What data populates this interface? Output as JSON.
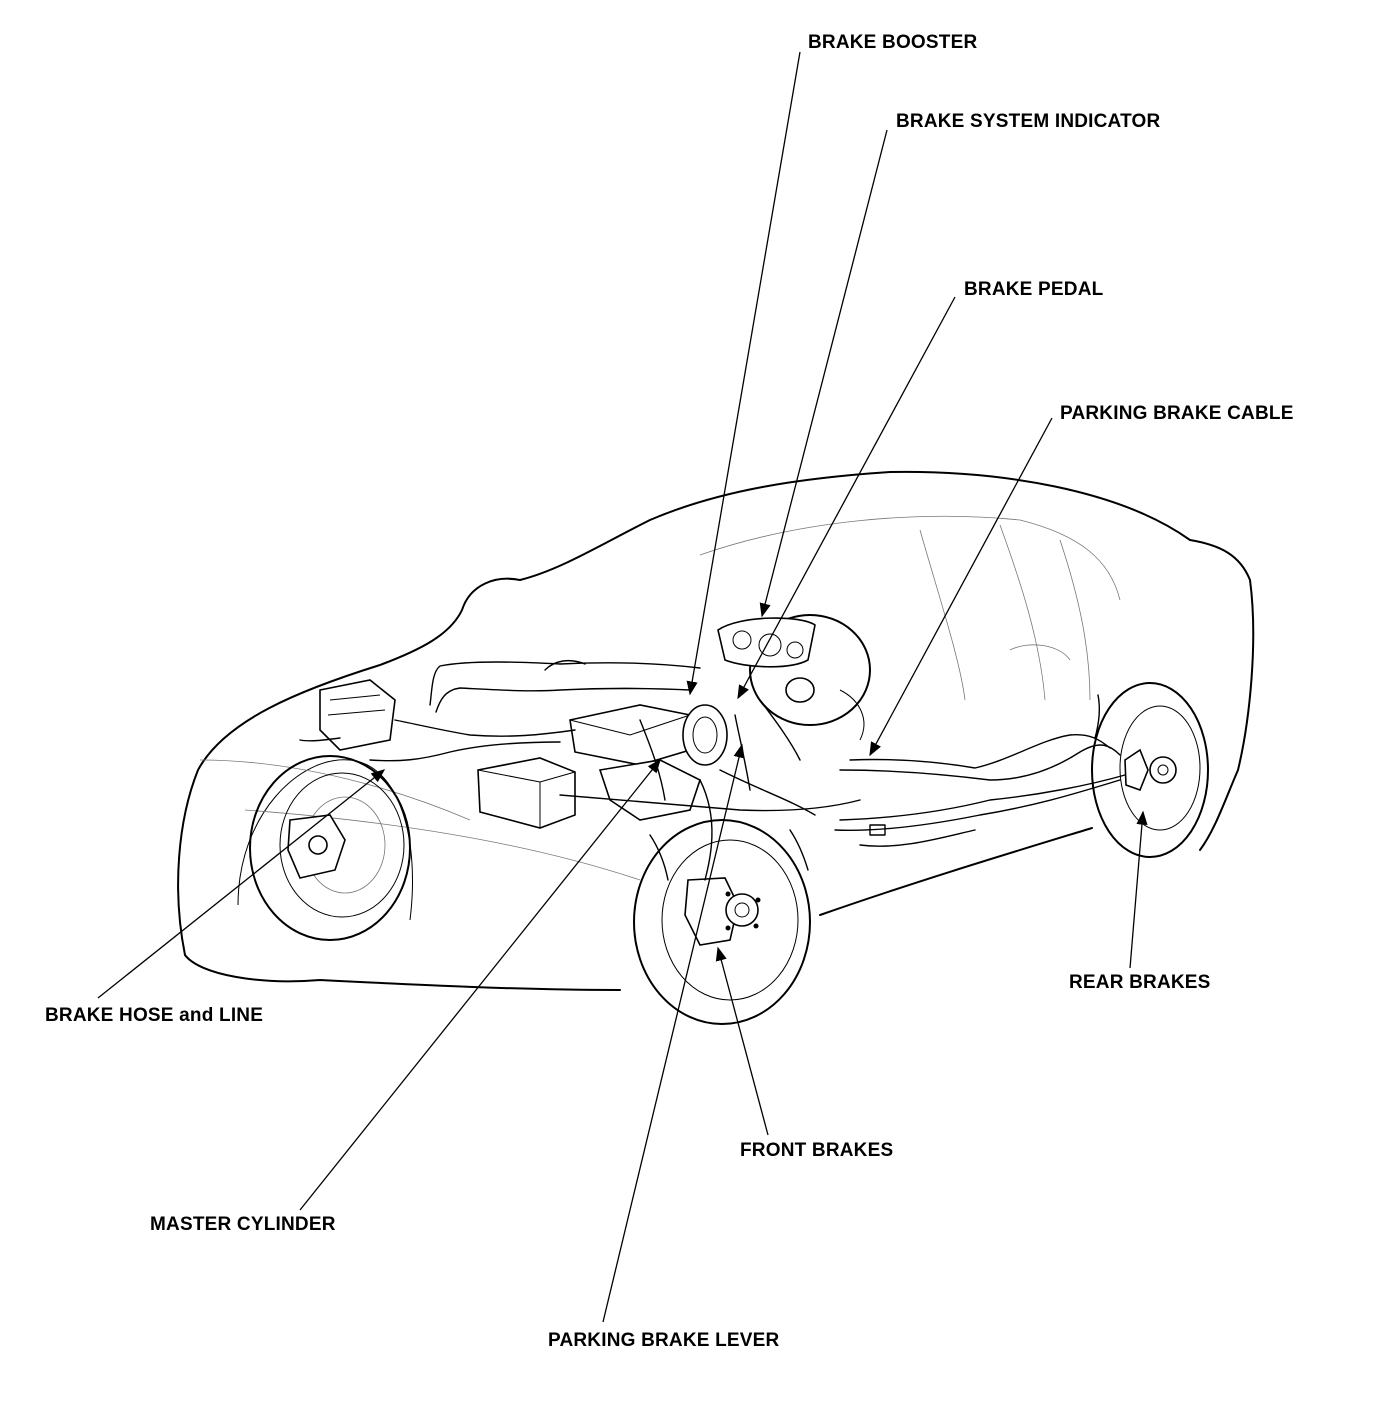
{
  "labels": {
    "brake_booster": "BRAKE BOOSTER",
    "brake_system_indicator": "BRAKE SYSTEM INDICATOR",
    "brake_pedal": "BRAKE PEDAL",
    "parking_brake_cable": "PARKING BRAKE CABLE",
    "brake_hose_and_line": "BRAKE HOSE and LINE",
    "rear_brakes": "REAR BRAKES",
    "front_brakes": "FRONT BRAKES",
    "master_cylinder": "MASTER CYLINDER",
    "parking_brake_lever": "PARKING BRAKE LEVER"
  },
  "colors": {
    "ink": "#000000",
    "paper": "#ffffff"
  }
}
